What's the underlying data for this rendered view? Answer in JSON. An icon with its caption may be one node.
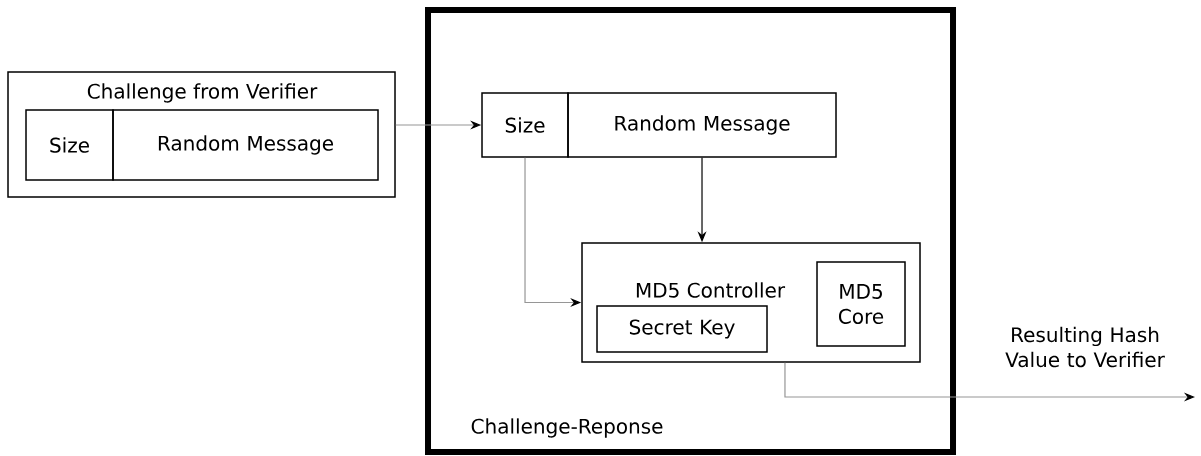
{
  "diagram": {
    "nodes": [
      {
        "text": [
          "Challenge from Verifier"
        ]
      },
      {
        "text": [
          "Size"
        ],
        "in": 0
      },
      {
        "text": [
          "Random Message"
        ],
        "in": 0
      },
      {
        "text": [
          "Challenge-Reponse"
        ]
      },
      {
        "text": [
          "Size"
        ],
        "in": 3
      },
      {
        "text": [
          "Random Message"
        ],
        "in": 3
      },
      {
        "text": [
          "MD5 Controller"
        ],
        "in": 3
      },
      {
        "text": [
          "Secret Key"
        ],
        "in": 6
      },
      {
        "text": [
          "MD5 Core"
        ],
        "in": 6
      }
    ],
    "edges": [
      {
        "from": 0,
        "to": 4,
        "arrow": "to"
      },
      {
        "from": 4,
        "to": 6,
        "arrow": "to"
      },
      {
        "from": 5,
        "to": 6,
        "arrow": "to",
        "color": "#000000"
      },
      {
        "from": 6,
        "to": null,
        "arrow": "to",
        "label": "Resulting Hash Value to Verifier"
      }
    ]
  }
}
